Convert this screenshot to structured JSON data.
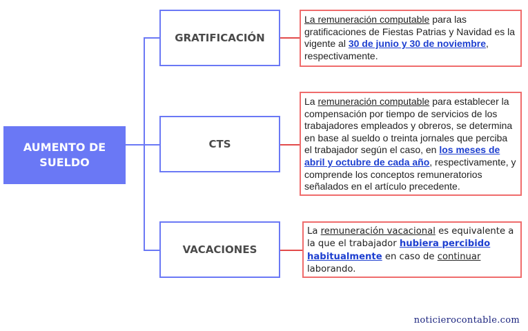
{
  "root": {
    "line1": "AUMENTO DE",
    "line2": "SUELDO"
  },
  "categories": [
    {
      "label": "GRATIFICACIÓN"
    },
    {
      "label": "CTS"
    },
    {
      "label": "VACACIONES"
    }
  ],
  "descriptions": {
    "gratificacion": {
      "p1": "La remuneración computable",
      "p2": " para las gratificaciones de Fiestas Patrias y Navidad es la vigente al ",
      "p3": "30 de junio y 30 de noviembre",
      "p4": ", respectivamente."
    },
    "cts": {
      "p1": "La ",
      "p2": "remuneración computable",
      "p3": " para establecer la compensación por tiempo de servicios de los trabajadores empleados y obreros, se determina en base al sueldo o treinta jornales que perciba el trabajador según el caso, en ",
      "p4": "los meses de abril y octubre de cada año",
      "p5": ", respectivamente, y comprende los conceptos remuneratorios señalados en el artículo precedente."
    },
    "vacaciones": {
      "p1": "La ",
      "p2": "remuneración vacacional",
      "p3": " es equivalente a la que el trabajador ",
      "p4": "hubiera percibido habitualmente",
      "p5": " en caso de ",
      "p6": "continuar",
      "p7": " laborando",
      "p8": "."
    }
  },
  "watermark": "noticierocontable.com",
  "colors": {
    "root_bg": "#6a78f5",
    "category_border": "#6a78f5",
    "desc_border": "#ef6b6b",
    "connector_red": "#e24a4a",
    "highlight": "#1d3fd0"
  }
}
